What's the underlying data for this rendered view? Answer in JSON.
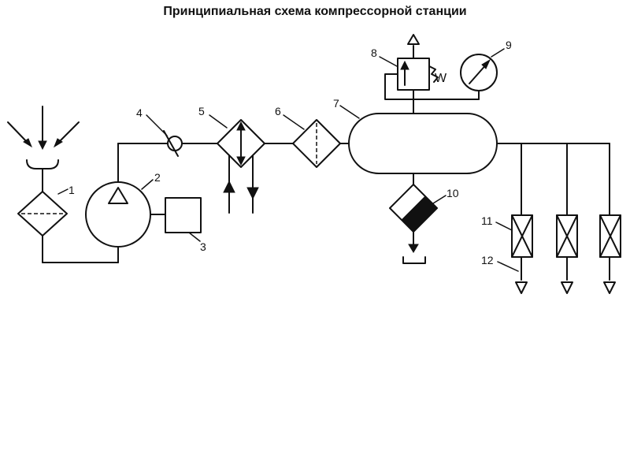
{
  "title": "Принципиальная схема компрессорной станции",
  "labels": {
    "n1": "1",
    "n2": "2",
    "n3": "3",
    "n4": "4",
    "n5": "5",
    "n6": "6",
    "n7": "7",
    "n8": "8",
    "n9": "9",
    "n10": "10",
    "n11": "11",
    "n12": "12",
    "w": "W"
  }
}
